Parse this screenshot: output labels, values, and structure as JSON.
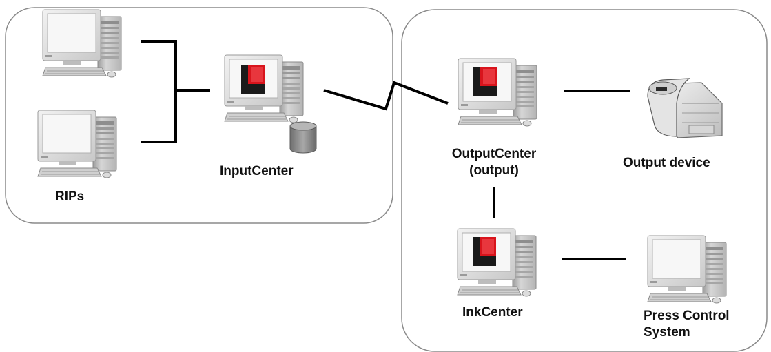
{
  "colors": {
    "group_border": "#8a8a8a",
    "connector": "#000000",
    "monitor_body": "#e1e1e1",
    "monitor_screen": "#f6f6f6",
    "tower": "#c9c9c9",
    "logo_red": "#d8141c",
    "logo_black": "#1a1a1a",
    "database": "#8c8c8c",
    "label_text": "#111111"
  },
  "groups": [
    {
      "name": "input-group",
      "label": ""
    },
    {
      "name": "output-group",
      "label": ""
    }
  ],
  "nodes": [
    {
      "name": "rip-workstation-top",
      "label": "",
      "icon": "workstation-icon"
    },
    {
      "name": "rip-workstation-bottom",
      "label": "",
      "icon": "workstation-icon"
    },
    {
      "name": "inputcenter",
      "label": "InputCenter",
      "icon": "workstation-logo-icon"
    },
    {
      "name": "outputcenter",
      "label": "OutputCenter (output)",
      "icon": "workstation-logo-icon"
    },
    {
      "name": "inkcenter",
      "label": "InkCenter",
      "icon": "workstation-logo-icon"
    },
    {
      "name": "output-device",
      "label": "Output device",
      "icon": "printer-icon"
    },
    {
      "name": "press-control",
      "label": "Press Control System",
      "icon": "workstation-icon"
    }
  ],
  "labels": {
    "rips": "RIPs",
    "inputcenter": "InputCenter",
    "outputcenter_line1": "OutputCenter",
    "outputcenter_line2": "(output)",
    "output_device": "Output device",
    "inkcenter": "InkCenter",
    "press_control_line1": "Press Control",
    "press_control_line2": "System"
  },
  "edges": [
    {
      "from": "rip-workstation-top",
      "to": "inputcenter",
      "style": "bracket"
    },
    {
      "from": "rip-workstation-bottom",
      "to": "inputcenter",
      "style": "bracket"
    },
    {
      "from": "inputcenter",
      "to": "outputcenter",
      "style": "zigzag-wan"
    },
    {
      "from": "outputcenter",
      "to": "output-device",
      "style": "solid"
    },
    {
      "from": "outputcenter",
      "to": "inkcenter",
      "style": "solid"
    },
    {
      "from": "inkcenter",
      "to": "press-control",
      "style": "solid"
    }
  ]
}
